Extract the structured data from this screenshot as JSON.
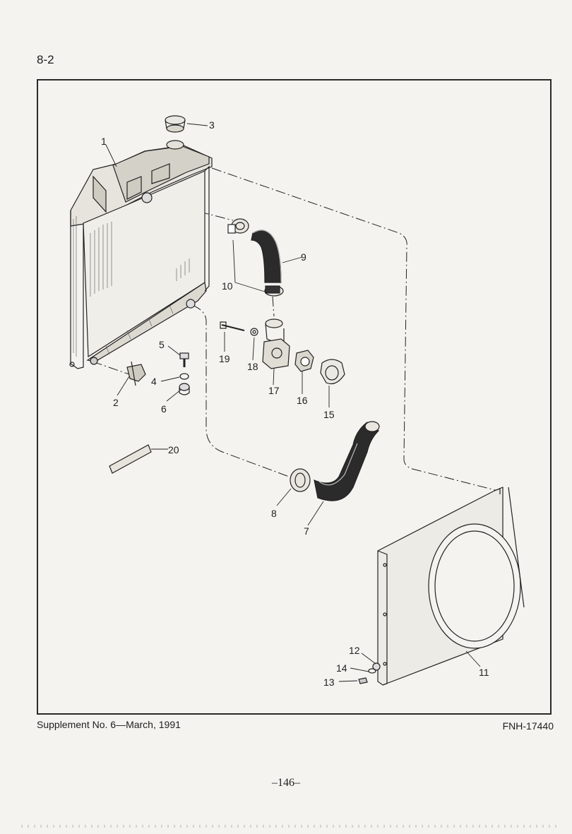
{
  "page_ref": "8-2",
  "footer": {
    "supplement": "Supplement  No. 6—March,  1991",
    "figure_code": "FNH-17440"
  },
  "page_number": "–146–",
  "callouts": {
    "c1": "1",
    "c2": "2",
    "c3": "3",
    "c4": "4",
    "c5": "5",
    "c6": "6",
    "c7": "7",
    "c8": "8",
    "c9": "9",
    "c10": "10",
    "c11": "11",
    "c12": "12",
    "c13": "13",
    "c14": "14",
    "c15": "15",
    "c16": "16",
    "c17": "17",
    "c18": "18",
    "c19": "19",
    "c20": "20"
  },
  "icons": {
    "radiator": "radiator-icon",
    "cap": "radiator-cap-icon",
    "hose_upper": "upper-hose-icon",
    "hose_lower": "lower-hose-icon",
    "shroud": "fan-shroud-icon"
  }
}
